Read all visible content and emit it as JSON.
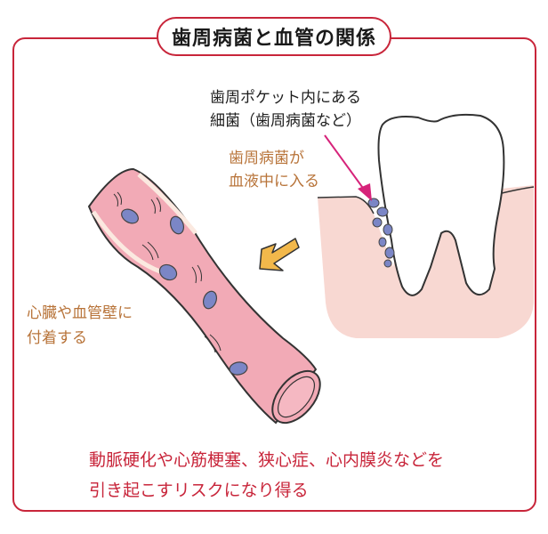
{
  "title": "歯周病菌と血管の関係",
  "labels": {
    "bacteria_pocket": [
      "歯周ポケット内にある",
      "細菌（歯周病菌など）"
    ],
    "enter_blood": [
      "歯周病菌が",
      "血液中に入る"
    ],
    "attach": [
      "心臓や血管壁に",
      "付着する"
    ],
    "risk": [
      "動脈硬化や心筋梗塞、狭心症、心内膜炎などを",
      "引き起こすリスクになり得る"
    ]
  },
  "colors": {
    "frame": "#c8253a",
    "risk_text": "#c8253a",
    "brown_text": "#b8743a",
    "pointer_arrow": "#d6237a",
    "flow_arrow": "#f2b84b",
    "gum": "#f8d8d2",
    "vessel": "#f2aab6",
    "bacteria": "#7b86c6"
  },
  "illustrations": [
    "blood-vessel",
    "tooth-with-gum",
    "bacteria",
    "flow-arrow",
    "pointer-arrow"
  ]
}
